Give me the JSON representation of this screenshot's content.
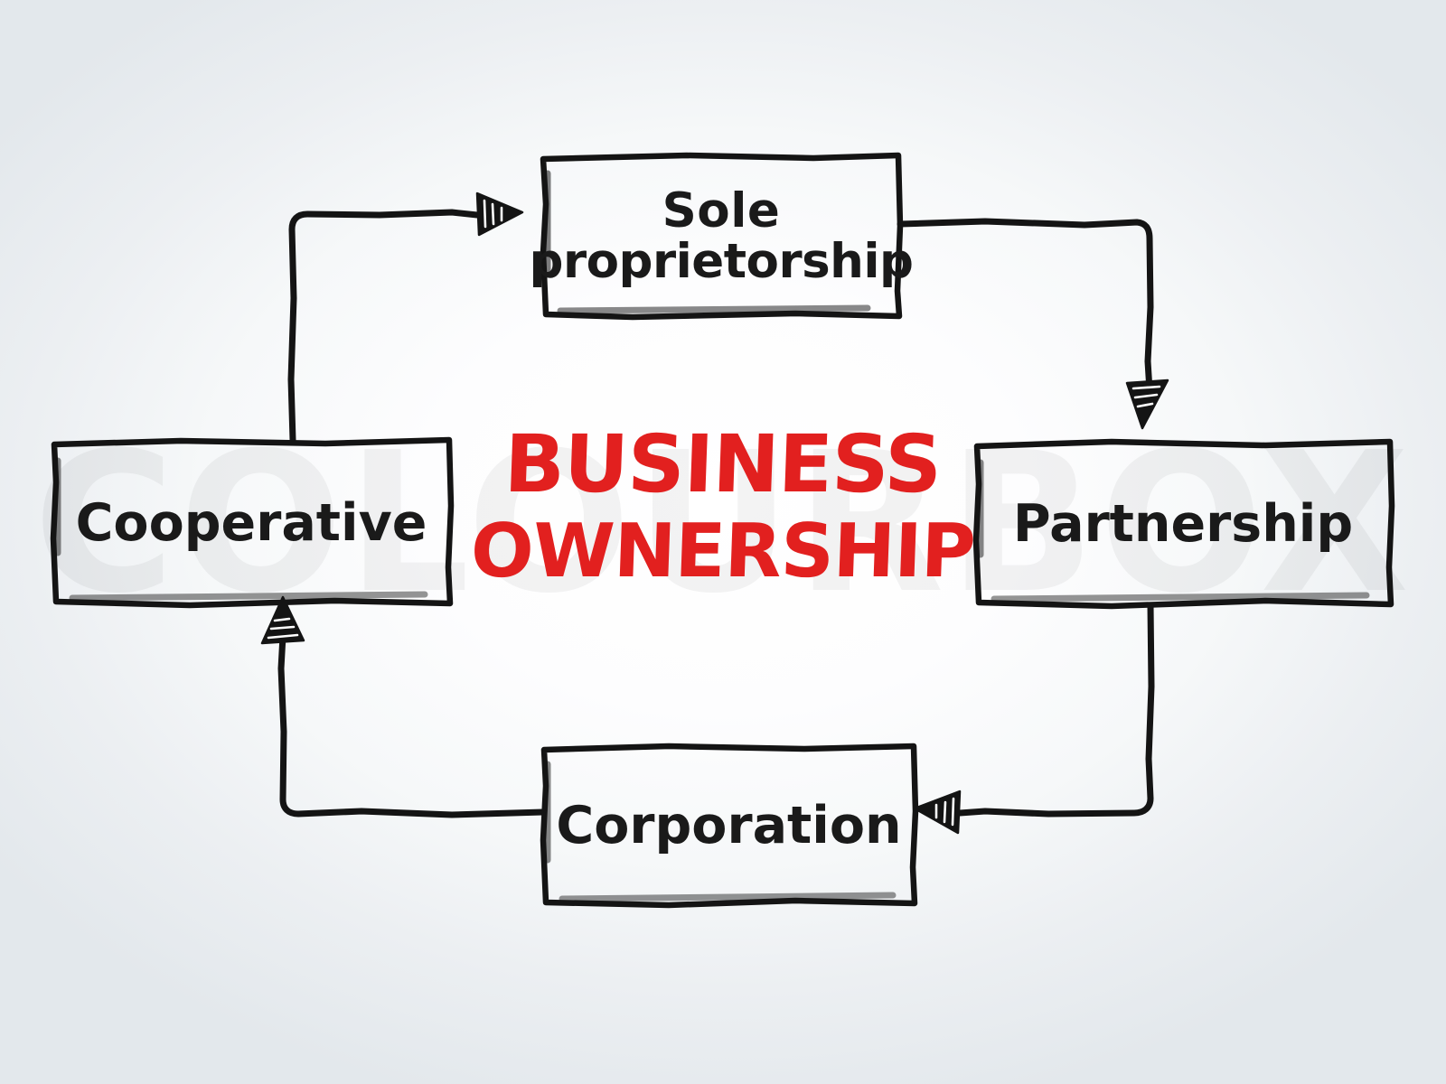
{
  "center": {
    "title_line1": "BUSINESS",
    "title_line2": "OWNERSHIP",
    "color": "#e2201f"
  },
  "watermark": {
    "text": "COLOURBOX"
  },
  "theme": {
    "ink": "#1a1a1a",
    "accent": "#e2201f",
    "box_fill": "#ffffff",
    "background_edge": "#e3e8ec",
    "background_center": "#ffffff"
  },
  "nodes": [
    {
      "id": "sole-proprietorship",
      "label": "Sole proprietorship",
      "line1": "Sole",
      "line2": "proprietorship",
      "position": "top"
    },
    {
      "id": "partnership",
      "label": "Partnership",
      "line1": "Partnership",
      "line2": "",
      "position": "right"
    },
    {
      "id": "corporation",
      "label": "Corporation",
      "line1": "Corporation",
      "line2": "",
      "position": "bottom"
    },
    {
      "id": "cooperative",
      "label": "Cooperative",
      "line1": "Cooperative",
      "line2": "",
      "position": "left"
    }
  ],
  "connectors": [
    {
      "id": "sole-to-partnership",
      "from": "sole-proprietorship",
      "to": "partnership",
      "direction": "down"
    },
    {
      "id": "partnership-to-corporation",
      "from": "partnership",
      "to": "corporation",
      "direction": "left"
    },
    {
      "id": "corporation-to-cooperative",
      "from": "corporation",
      "to": "cooperative",
      "direction": "up"
    },
    {
      "id": "cooperative-to-sole",
      "from": "cooperative",
      "to": "sole-proprietorship",
      "direction": "right"
    }
  ],
  "chart_data": {
    "type": "diagram",
    "diagram_kind": "cycle-flowchart",
    "title": "BUSINESS OWNERSHIP",
    "nodes": [
      "Sole proprietorship",
      "Partnership",
      "Corporation",
      "Cooperative"
    ],
    "edges": [
      [
        "Sole proprietorship",
        "Partnership"
      ],
      [
        "Partnership",
        "Corporation"
      ],
      [
        "Corporation",
        "Cooperative"
      ],
      [
        "Cooperative",
        "Sole proprietorship"
      ]
    ],
    "style": "hand-drawn sketch, black ink boxes, red center title"
  }
}
